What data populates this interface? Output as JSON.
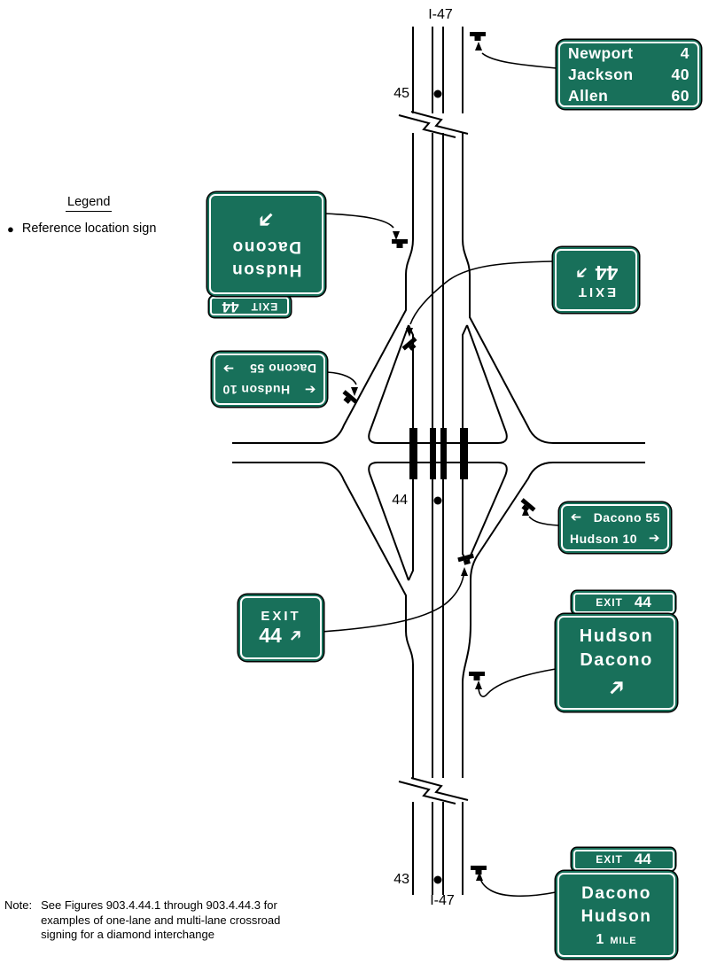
{
  "colors": {
    "sign_green": "#18705a"
  },
  "freeway_label_top": "I-47",
  "freeway_label_bottom": "I-47",
  "ref_markers": {
    "m45": "45",
    "m44": "44",
    "m43": "43"
  },
  "legend": {
    "title": "Legend",
    "bullet": "●",
    "item": "Reference location sign"
  },
  "glyphs": {
    "arrow": "➔"
  },
  "signs": {
    "mileage": {
      "rows": [
        {
          "city": "Newport",
          "dist": "4"
        },
        {
          "city": "Jackson",
          "dist": "40"
        },
        {
          "city": "Allen",
          "dist": "60"
        }
      ]
    },
    "sb_advance": {
      "tab_exit": "EXIT",
      "tab_num": "44",
      "city1": "Hudson",
      "city2": "Dacono"
    },
    "sb_gore": {
      "exit": "EXIT",
      "num": "44"
    },
    "sb_crossroad": {
      "row1_text": "Hudson 10",
      "row2_text": "Dacono 55"
    },
    "nb_crossroad": {
      "row1_text": "Dacono 55",
      "row2_text": "Hudson 10"
    },
    "nb_gore": {
      "exit": "EXIT",
      "num": "44"
    },
    "nb_advance": {
      "tab_exit": "EXIT",
      "tab_num": "44",
      "city1": "Hudson",
      "city2": "Dacono"
    },
    "nb_mile": {
      "tab_exit": "EXIT",
      "tab_num": "44",
      "city1": "Dacono",
      "city2": "Hudson",
      "dist_num": "1",
      "dist_unit": "MILE"
    }
  },
  "note": {
    "label": "Note:",
    "lines": [
      "See Figures 903.4.44.1 through 903.4.44.3 for",
      "examples of one-lane and multi-lane crossroad",
      "signing for a diamond interchange"
    ]
  }
}
